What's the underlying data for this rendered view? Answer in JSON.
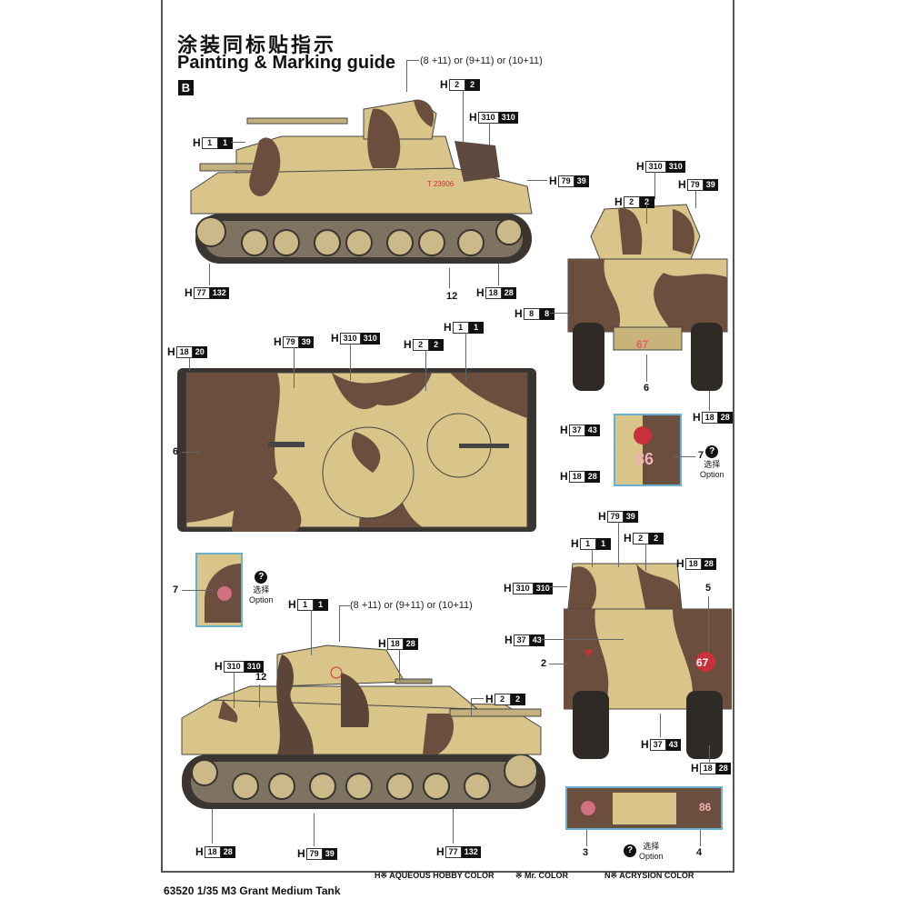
{
  "header": {
    "title_cn": "涂装同标贴指示",
    "title_en": "Painting & Marking guide",
    "scheme": "B"
  },
  "notes": {
    "gun_combo_top": "(8 +11) or (9+11) or (10+11)",
    "gun_combo_bottom": "(8 +11) or (9+11) or (10+11)",
    "hull_number": "T 23906"
  },
  "views": {
    "side_left": {
      "refs": [
        {
          "a": "2",
          "b": "2"
        },
        {
          "a": "310",
          "b": "310"
        },
        {
          "a": "1",
          "b": "1"
        },
        {
          "a": "79",
          "b": "39"
        },
        {
          "a": "77",
          "b": "132"
        },
        {
          "a": "18",
          "b": "28"
        }
      ],
      "decal": "12"
    },
    "front_top": {
      "refs": [
        {
          "a": "310",
          "b": "310"
        },
        {
          "a": "79",
          "b": "39"
        },
        {
          "a": "2",
          "b": "2"
        },
        {
          "a": "8",
          "b": "8"
        },
        {
          "a": "18",
          "b": "28"
        }
      ],
      "decal": "6",
      "marking": "67"
    },
    "top_view": {
      "refs": [
        {
          "a": "18",
          "b": "20"
        },
        {
          "a": "79",
          "b": "39"
        },
        {
          "a": "310",
          "b": "310"
        },
        {
          "a": "2",
          "b": "2"
        },
        {
          "a": "1",
          "b": "1"
        },
        {
          "a": "37",
          "b": "43"
        },
        {
          "a": "18",
          "b": "28"
        }
      ],
      "decal": "6"
    },
    "inset_right": {
      "decal": "7",
      "marking": "86",
      "option_cn": "选择",
      "option_en": "Option"
    },
    "inset_left": {
      "decal": "7",
      "option_cn": "选择",
      "option_en": "Option"
    },
    "rear": {
      "refs": [
        {
          "a": "79",
          "b": "39"
        },
        {
          "a": "1",
          "b": "1"
        },
        {
          "a": "2",
          "b": "2"
        },
        {
          "a": "18",
          "b": "28"
        },
        {
          "a": "310",
          "b": "310"
        },
        {
          "a": "37",
          "b": "43"
        },
        {
          "a": "37",
          "b": "43"
        },
        {
          "a": "18",
          "b": "28"
        }
      ],
      "decal_left": "2",
      "decal_right": "5",
      "marking": "67"
    },
    "side_right": {
      "refs": [
        {
          "a": "1",
          "b": "1"
        },
        {
          "a": "18",
          "b": "28"
        },
        {
          "a": "310",
          "b": "310"
        },
        {
          "a": "2",
          "b": "2"
        },
        {
          "a": "18",
          "b": "28"
        },
        {
          "a": "79",
          "b": "39"
        },
        {
          "a": "77",
          "b": "132"
        }
      ],
      "decal": "12"
    },
    "inset_bottom": {
      "decal_left": "3",
      "decal_right": "4",
      "marking": "86",
      "option_cn": "选择",
      "option_en": "Option"
    }
  },
  "legend": {
    "aqueous": "H※ AQUEOUS HOBBY COLOR",
    "mr_color": "※ Mr. COLOR",
    "acrysion": "N※ ACRYSION COLOR"
  },
  "footer": {
    "product": "63520 1/35 M3 Grant Medium Tank"
  },
  "colors": {
    "sand": "#d9c48a",
    "brown": "#6b4e3d",
    "track": "#3a3530",
    "inset_border": "#6ab0d0",
    "marking_red": "#c8303a"
  }
}
